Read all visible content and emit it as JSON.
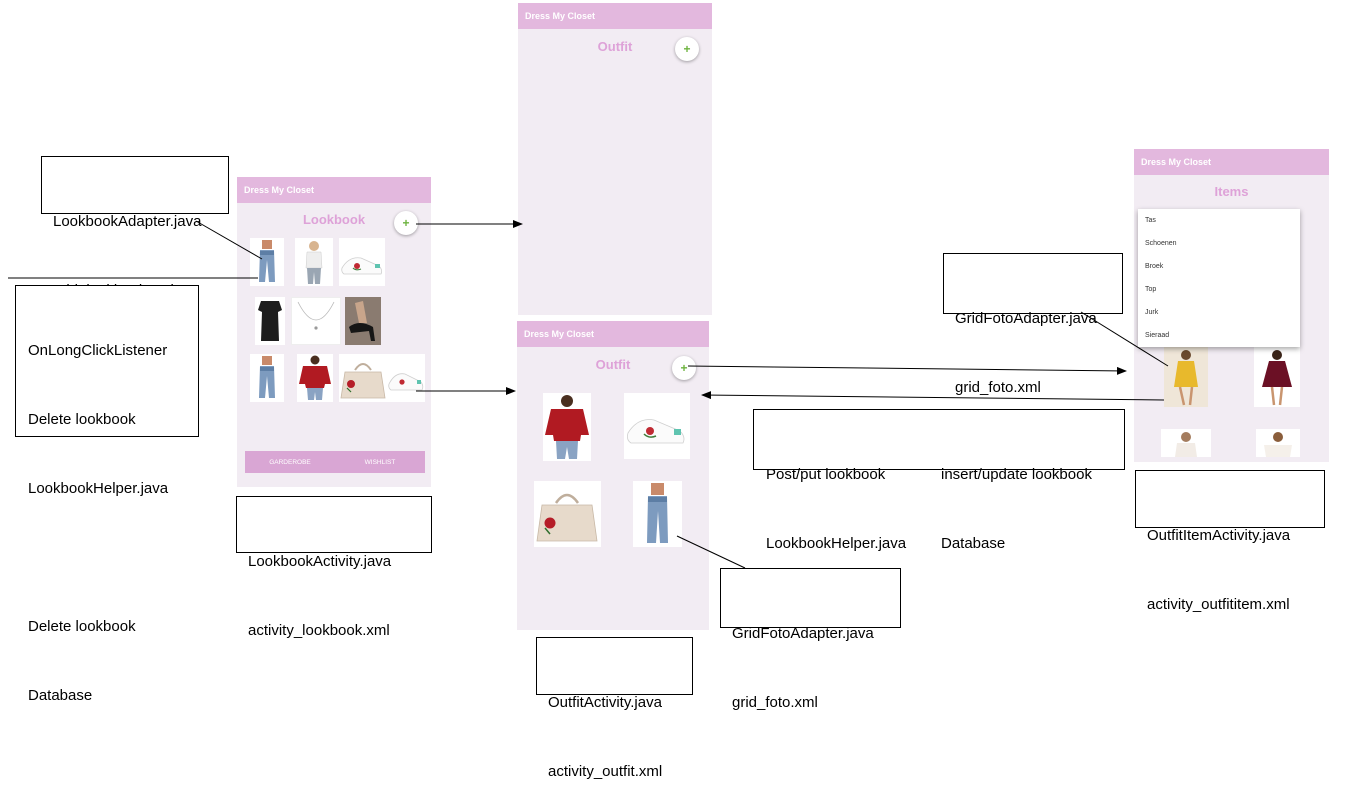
{
  "app_name": "Dress My Closet",
  "screens": {
    "lookbook": {
      "title": "Lookbook",
      "fab": "+",
      "nav": [
        "GARDEROBE",
        "WISHLIST"
      ]
    },
    "outfit_empty": {
      "title": "Outfit",
      "fab": "+"
    },
    "outfit": {
      "title": "Outfit",
      "fab": "+"
    },
    "items": {
      "title": "Items",
      "menu": [
        "Tas",
        "Schoenen",
        "Broek",
        "Top",
        "Jurk",
        "Sieraad"
      ]
    }
  },
  "notes": {
    "lookbook_adapter": [
      "LookbookAdapter.java",
      "grid_lookbook.xml"
    ],
    "long_click": [
      "OnLongClickListener",
      "Delete lookbook",
      "LookbookHelper.java",
      "",
      "Delete lookbook",
      "Database"
    ],
    "lookbook_activity": [
      "LookbookActivity.java",
      "activity_lookbook.xml"
    ],
    "outfit_activity": [
      "OutfitActivity.java",
      "activity_outfit.xml"
    ],
    "gridfoto_outfit": [
      "GridFotoAdapter.java",
      "grid_foto.xml"
    ],
    "gridfoto_items": [
      "GridFotoAdapter.java",
      "grid_foto.xml"
    ],
    "post_put": [
      "Post/put lookbook",
      "LookbookHelper.java"
    ],
    "insert_update": [
      "insert/update lookbook",
      "Database"
    ],
    "outfititem_activity": [
      "OutfitItemActivity.java",
      "activity_outfititem.xml"
    ]
  },
  "colors": {
    "appbar": "#e3b8de",
    "screen_bg": "#f2ecf3",
    "title": "#dea2d8",
    "fab_plus": "#6db33f",
    "nav_bar": "#d9a6d4"
  }
}
